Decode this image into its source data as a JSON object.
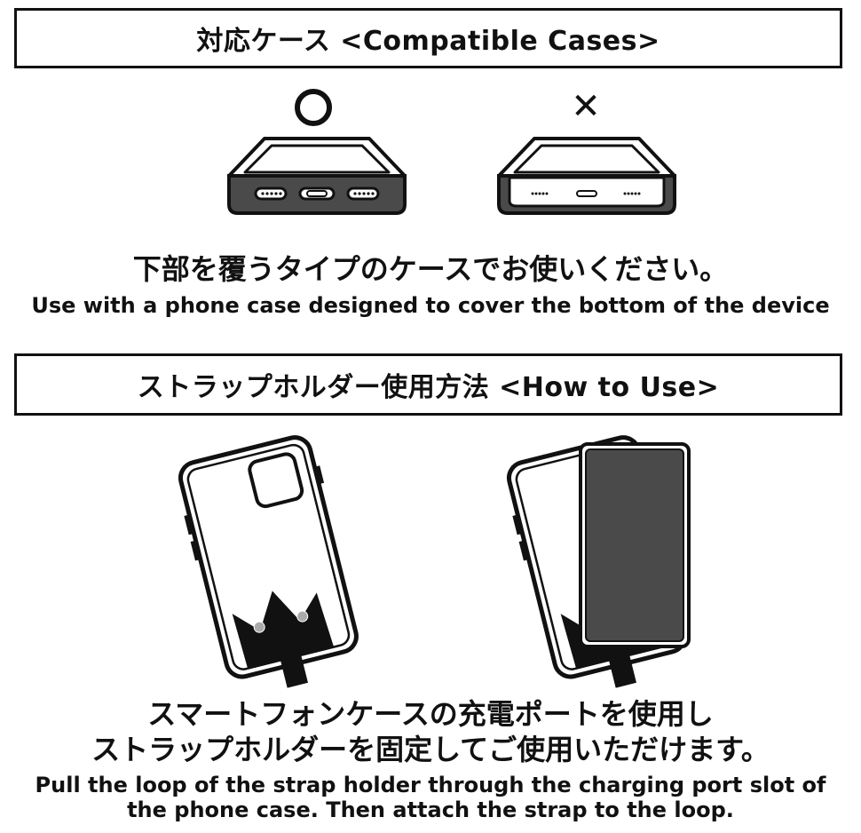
{
  "section1": {
    "title": "対応ケース <Compatible Cases>",
    "ok_symbol": "〇",
    "ng_symbol": "✕",
    "caption_jp": "下部を覆うタイプのケースでお使いください。",
    "caption_en": "Use with a phone case designed to cover the bottom of the device"
  },
  "section2": {
    "title": "ストラップホルダー使用方法 <How to Use>",
    "caption_jp_line1": "スマートフォンケースの充電ポートを使用し",
    "caption_jp_line2": "ストラップホルダーを固定してご使用いただけます。",
    "caption_en_line1": "Pull the loop of the strap holder through the charging port slot of",
    "caption_en_line2": "the phone case. Then attach the strap to the loop."
  },
  "colors": {
    "ink": "#111111",
    "case_fill": "#4a4a4a",
    "background": "#ffffff"
  },
  "icons": [
    "circle-ok-icon",
    "cross-ng-icon",
    "case-bottom-covered-icon",
    "case-bottom-open-icon",
    "phone-case-back-icon",
    "phone-with-case-icon"
  ]
}
